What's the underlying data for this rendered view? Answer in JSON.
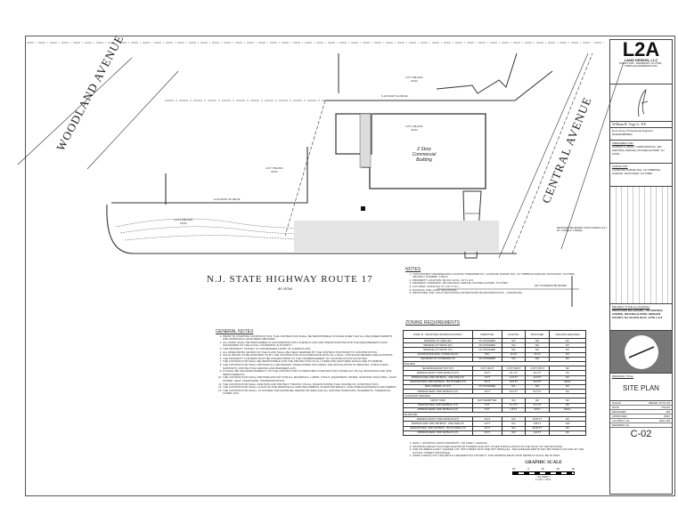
{
  "drawing": {
    "streets": {
      "woodland": "WOODLAND AVENUE",
      "central": "CENTRAL AVENUE",
      "highway": "N.J. STATE HIGHWAY ROUTE 17",
      "highway_row": "80' ROW"
    },
    "lots": {
      "lot2": "LOT 2 BLOCK 20.01",
      "lot1": "LOT 1 BLOCK 20.01",
      "lot7": "LOT 7 BLOCK 20.01",
      "lot1a": "LOT 1A BLOCK 20.01"
    },
    "building_label": "2 Story Commercial Building",
    "bearing_top": "S 14°20'20\" W 203.00",
    "bearing_left": "S 14°20'20\" W 166.32",
    "billboard_note": "PROPOSED BILLBOARD, STATIC PANELS (14' X 48', 2 PANELS, 2 SIDED)",
    "distance_note": "440' TO NEAREST BILLBOARD"
  },
  "general_notes": {
    "heading": "GENERAL NOTES",
    "items": [
      "PRIOR TO STARTING CONSTRUCTION, THE CONTRACTOR SHALL BE RESPONSIBLE TO MAKE SURE THAT ALL REQUIRED PERMITS AND APPROVALS HAVE BEEN OBTAINED.",
      "ALL WORK SHALL BE PERFORMED IN ACCORDANCE WITH THESE PLANS AND SPECIFICATIONS AND THE REQUIREMENTS AND STANDARDS OF THE LOCAL GOVERNING AUTHORITY.",
      "THE PROPERTY SURVEY IS CONSIDERED A PART OF THESE PLANS.",
      "ALL DIMENSIONS SHOWN ON THE PLANS SHALL BE FIELD VERIFIED BY THE CONTRACTOR PRIOR TO CONSTRUCTION.",
      "SOLID WASTE TO BE DISPOSED OF BY THE CONTRACTOR IN ACCORDANCE WITH ALL LOCAL, STATE AND FEDERAL REGULATIONS.",
      "THE PROPERTY CORNERS MUST BE STAKED PRIOR TO THE COMMENCEMENT OF CONSTRUCTION ACTIVITIES.",
      "THE CONTRACTOR SHALL BE RESPONSIBLE FOR THE PROTECTION OF ALL ITEMS AND FEATURES WHICH ARE TO REMAIN.",
      "THE CONTRACTOR SHALL PROVIDE ALL NECESSARY SAFEGUARDS INCLUDING THE INSTALLATION OF BRACING, STRUCTURAL SUPPORTS, PROTECTIVE FENCING AND BARRIERS, ETC.",
      "IT SHALL BE THE RESPONSIBILITY OF THE CONTRACTOR TO PERFORM CONSTRUCTION STAKE-OUT OF ALL BUILDINGS AND SITE IMPROVEMENTS.",
      "THE CONTRACTOR SHALL PROVIDE AND PAY FOR ALL MATERIALS, LABOR, TOOLS, EQUIPMENT, WATER, SANITARY FACILITIES, LIGHT, POWER, HEAT, TELEPHONE, TRANSPORTATION.",
      "THE CONTRACTOR SHALL MAINTAIN AND PROTECT TRAFFIC ON ALL ROADS DURING THE COURSE OF CONSTRUCTION.",
      "THE CONTRACTOR SHALL CLEAN UP AND REMOVE ALL REFUSE RUBBISH, SCRAP MATERIALS, UNSUITABLE MATERIALS AND DEBRIS.",
      "THE CONTRACTOR SHALL, AT HIS/HER OWN EXPENSE, REPAIR OR REPLACE ALL GROUND SURFACES, PAVEMENTS, SIDEWALKS, CURBS, ETC."
    ]
  },
  "notes": {
    "heading": "NOTES",
    "items": [
      "THIS PROJECT REFERENCES A SURVEY PREPARED BY: LANDLINE SURVEYING, 117 KIBBINSA AVENUE, ROCKAWAY, NJ 07866, PROJECT NUMBER: 17001A",
      "PROPERTY LOCATION: BLOCK 20.01, LOT 1 & 8",
      "PROPERTY ADDRESS: 150 CENTRAL AVENUE, ROCHELLE PARK, NJ 07662",
      "LOT AREA: 33,840 SQ. FT. (±0.77 AC.)",
      "EXISTING USE: LIGHT INDUSTRIAL",
      "PROPOSED USE: LIGHT INDUSTRIAL/ADVERTISING BILLBOARD/STATIC - (VARIANCE)"
    ]
  },
  "zoning": {
    "heading": "ZONING REQUIREMENTS",
    "columns": [
      "ZONE: IB - INDUSTRIAL BUSINESS DISTRICT",
      "PERMITTED",
      "EXISTING",
      "PROPOSED",
      "VARIANCE REQUIRED"
    ],
    "rows": [
      [
        "MINIMUM LOT AREA (SF)",
        "NO STANDARD",
        "N/A",
        "N/A",
        "NO"
      ],
      [
        "MINIMUM LOT WIDTH (FT)",
        "NO STANDARD",
        "N/A",
        "N/A",
        "NO"
      ],
      [
        "MINIMUM LOT DEPTH (FT)",
        "NO STANDARD",
        "N/A",
        "N/A",
        "NO"
      ],
      [
        "MAXIMUM BUILDING COVERAGE (%)",
        "50%",
        "15.4%",
        "15.4%",
        "NO"
      ],
      [
        "MAXIMUM LOT COVERAGE (%)",
        "NO STANDARD",
        "N/A",
        "N/A",
        "NO"
      ],
      [
        "BUILDING"
      ],
      [
        "MAXIMUM HEIGHT (STY./FT)",
        "3 STY./35 FT",
        "<3 STY./35 FT",
        "<3 STY./35 FT",
        "NO"
      ],
      [
        "MINIMUM FRONT YARD SETBACK (FT)",
        "25 FT",
        "26.1 FT",
        "26.1 FT",
        "NO"
      ],
      [
        "MINIMUM SIDE YARD SETBACK - ONE SIDE (FT)",
        "10 FT",
        "12.8 FT",
        "12.8 FT",
        "NO"
      ],
      [
        "MINIMUM SIDE YARD SETBACK - BOTH SIDES (FT)",
        "25 FT",
        "22.8 FT",
        "22.8 FT",
        "(ENC)"
      ],
      [
        "SIDE CORNER LOT (FT)",
        "NO STANDARD",
        "N/A",
        "N/A",
        "NO"
      ],
      [
        "MINIMUM REAR YARD SETBACK (FT)",
        "15 FT",
        "51.6 FT",
        "51.6 FT",
        "NO"
      ],
      [
        "ACCESSORY BUILDING"
      ],
      [
        "FRONT YARD",
        "NOT PERMITTED",
        "N/A",
        "N/A",
        "NO"
      ],
      [
        "MINIMUM SIDE YARD SETBACK (FT)",
        "5 FT",
        "11.1 FT",
        "11.1 FT",
        "NO"
      ],
      [
        "MINIMUM REAR YARD SETBACK (FT)",
        "5 FT",
        "4.8 FT",
        "4.8 FT",
        "(ENC)"
      ],
      [
        "BILLBOARD"
      ],
      [
        "MINIMUM FRONT YARD SETBACK (FT)",
        "25 FT",
        "N/A",
        "25.05 FT",
        "NO"
      ],
      [
        "MINIMUM SIDE YARD SETBACK - ONE SIDE (FT)",
        "10 FT",
        "N/A",
        "108 FT",
        "YES"
      ],
      [
        "MINIMUM SIDE YARD SETBACK - BOTH SIDES (FT)",
        "25 FT",
        "N/A",
        "99.56 FT",
        "NO"
      ],
      [
        "MINIMUM REAR YARD SETBACK (FT)",
        "15 FT",
        "N/A",
        "120 FT",
        "NO"
      ]
    ],
    "footnotes": [
      "(ENC) = EXISTING NONCONFORMITY, NO LIKELY CHANGE.",
      "MAXIMUM HEIGHT INCLUDES ELEVATOR TOWERS AND ANY OTHER INSTALLATION ON THE ROOF OF THE BUILDING.",
      "FOR AN IRREGULARLY SHAPED LOT, WITH SIDES THAT ARE NOT PARALLEL, THE AVERAGE DEPTH MAY BE TAKEN IN PLACE OF THE ACTUAL STREET FRONTAGE.",
      "WHEN A REAR LOT LINE ABUTS A RESIDENTIAL DISTRICT, THE MINIMUM REAR YARD SETBACK SHALL BE 20 FEET."
    ]
  },
  "graphic_scale": {
    "title": "GRAPHIC SCALE",
    "unit1": "( IN FEET )",
    "unit2": "1 inch = 20 ft.",
    "ticks": [
      "20",
      "0",
      "10",
      "20",
      "40"
    ]
  },
  "title_block": {
    "logo": "L2A",
    "logo_sub": "LAND DESIGN, LLC",
    "firm_info": "PO BOX 1525 · PARSIPPANY, NJ 07054 · WWW.L2ALANDDESIGN.COM",
    "engineer": "William R. Vogt Jr., P.E.",
    "engineer_license": "New Jersey Professional Engineer #24GE04893800",
    "client_heading": "PREPARED FOR:",
    "client": "SANDRA & JERRY CORPORATION, 150 CENTRAL AVENUE, ROCHELLE PARK, NJ 07662",
    "survey_heading": "SURVEYOR:",
    "survey": "LANDLINE SURVEYING, 117 KIBBINSA AVENUE, ROCKAWAY, NJ 07866",
    "project_heading": "PROJECT TITLE & LOCATION:",
    "project": "PROPOSED BILLBOARD, 150 CENTRAL AVENUE, ROCHELLE PARK, BERGEN COUNTY, NJ, BLOCK 20.01, LOTS 1 & 8",
    "drawing_title_heading": "DRAWING TITLE:",
    "drawing_title": "SITE PLAN",
    "fields": [
      [
        "SCALE",
        "REFER TO PLAN"
      ],
      [
        "DATE",
        "7/22/19"
      ],
      [
        "DESIGNED",
        "AM"
      ],
      [
        "APPROVED",
        "WRV"
      ],
      [
        "L2A PROJ. No.",
        "1901.118"
      ],
      [
        "DRAWING No.",
        ""
      ]
    ],
    "sheet": "C-02"
  }
}
